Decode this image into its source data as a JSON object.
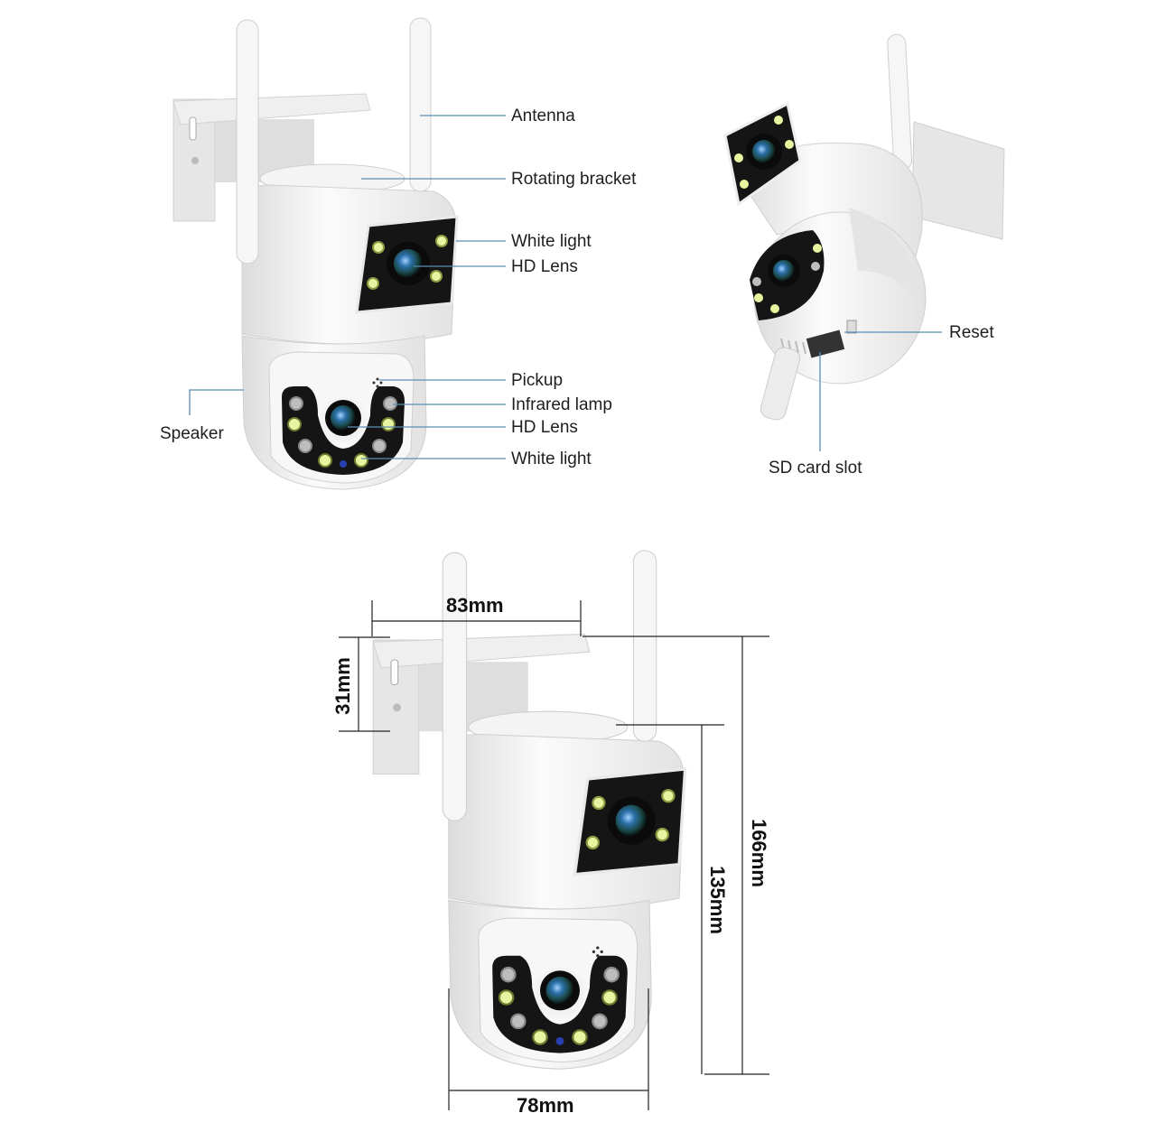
{
  "colors": {
    "leader_line": "#5b8db5",
    "dimension_line": "#222222",
    "body": "#f1f1f1",
    "panel": "#151515",
    "lens": "#2b6fa8",
    "white_led": "#e8f5a0",
    "ir_led": "#b9b9b9"
  },
  "front_view": {
    "callouts": [
      {
        "label": "Antenna"
      },
      {
        "label": "Rotating bracket"
      },
      {
        "label": "White light"
      },
      {
        "label": "HD Lens"
      },
      {
        "label": "Pickup"
      },
      {
        "label": "Infrared lamp"
      },
      {
        "label": "HD Lens"
      },
      {
        "label": "White light"
      },
      {
        "label": "Speaker"
      }
    ]
  },
  "side_view": {
    "callouts": [
      {
        "label": "Reset"
      },
      {
        "label": "SD card slot"
      }
    ]
  },
  "dimensions": {
    "bracket_width": "83mm",
    "bracket_height": "31mm",
    "total_height": "166mm",
    "body_height": "135mm",
    "body_width": "78mm"
  }
}
